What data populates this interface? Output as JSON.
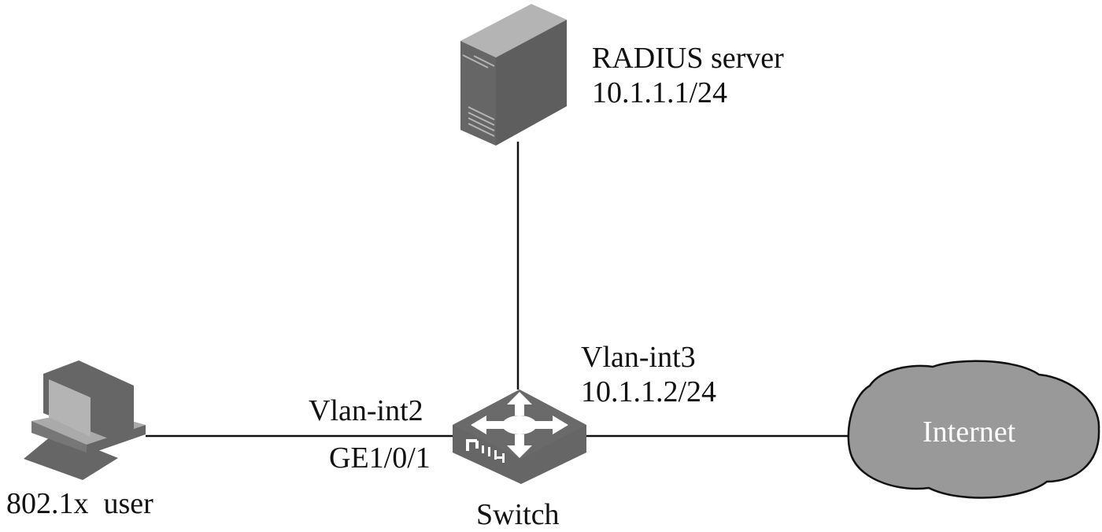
{
  "diagram": {
    "title": "802.1x authentication network topology",
    "nodes": {
      "radius_server": {
        "name": "RADIUS server",
        "ip": "10.1.1.1/24",
        "icon": "server-icon"
      },
      "switch": {
        "name": "Switch",
        "icon": "switch-icon"
      },
      "user": {
        "name": "802.1x  user",
        "icon": "computer-icon"
      },
      "internet": {
        "name": "Internet",
        "icon": "cloud-icon"
      }
    },
    "interfaces": {
      "user_side": {
        "vlan": "Vlan-int2",
        "port": "GE1/0/1"
      },
      "uplink_side": {
        "vlan": "Vlan-int3",
        "ip": "10.1.1.2/24"
      }
    },
    "links": [
      {
        "from": "user",
        "to": "switch"
      },
      {
        "from": "switch",
        "to": "radius_server"
      },
      {
        "from": "switch",
        "to": "internet"
      }
    ],
    "colors": {
      "device_fill": "#666666",
      "device_light": "#b4b4b4",
      "cloud_fill": "#999999",
      "line": "#111111"
    }
  }
}
